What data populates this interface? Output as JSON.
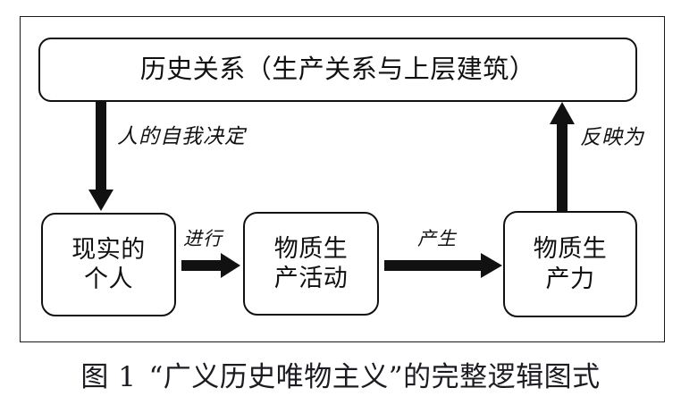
{
  "figure": {
    "caption_index": "图 1",
    "caption_text": "“广义历史唯物主义”的完整逻辑图式",
    "caption_full": "图 1　“广义历史唯物主义”的完整逻辑图式"
  },
  "diagram": {
    "nodes": [
      {
        "id": "historical-relations",
        "label": "历史关系（生产关系与上层建筑）",
        "shape": "rounded-rectangle"
      },
      {
        "id": "real-individuals",
        "label": "现实的\n个人",
        "shape": "rounded-rectangle"
      },
      {
        "id": "material-production-activity",
        "label": "物质生\n产活动",
        "shape": "rounded-rectangle"
      },
      {
        "id": "material-productive-forces",
        "label": "物质生\n产力",
        "shape": "rounded-rectangle"
      }
    ],
    "edges": [
      {
        "id": "self-determination",
        "label": "人的自我决定",
        "direction": "down",
        "from": "historical-relations",
        "to": "real-individuals"
      },
      {
        "id": "carries-out",
        "label": "进行",
        "direction": "right",
        "from": "real-individuals",
        "to": "material-production-activity"
      },
      {
        "id": "produces",
        "label": "产生",
        "direction": "right",
        "from": "material-production-activity",
        "to": "material-productive-forces"
      },
      {
        "id": "reflected-as",
        "label": "反映为",
        "direction": "up",
        "from": "material-productive-forces",
        "to": "historical-relations"
      }
    ]
  },
  "colors": {
    "stroke": "#111111",
    "frame": "#1a1a1a",
    "text": "#101010",
    "background": "#ffffff"
  }
}
